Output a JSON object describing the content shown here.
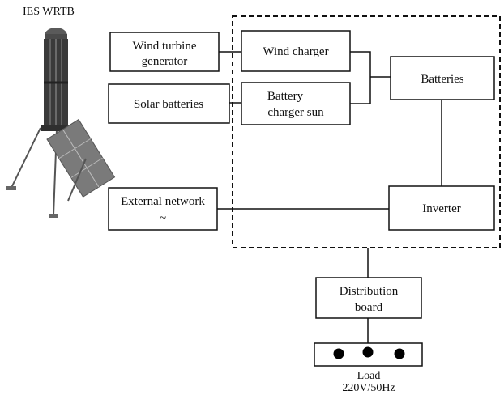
{
  "illustration": {
    "title": "IES WRTB"
  },
  "blocks": {
    "wind_turbine_generator": [
      "Wind turbine",
      "generator"
    ],
    "solar_batteries": "Solar batteries",
    "external_network": [
      "External network",
      "~"
    ],
    "wind_charger": "Wind charger",
    "battery_charger_sun": [
      "Battery",
      "charger sun"
    ],
    "batteries": "Batteries",
    "inverter": "Inverter",
    "distribution_board": [
      "Distribution",
      "board"
    ],
    "load": [
      "Load",
      "220V/50Hz"
    ]
  },
  "icons": {
    "tower": "wind-solar-tower-icon",
    "load_sockets": "socket-dot-icon"
  },
  "colors": {
    "stroke": "#111111",
    "tower_dark": "#3a3a3a",
    "panel": "#6f6f6f",
    "background": "#ffffff"
  }
}
